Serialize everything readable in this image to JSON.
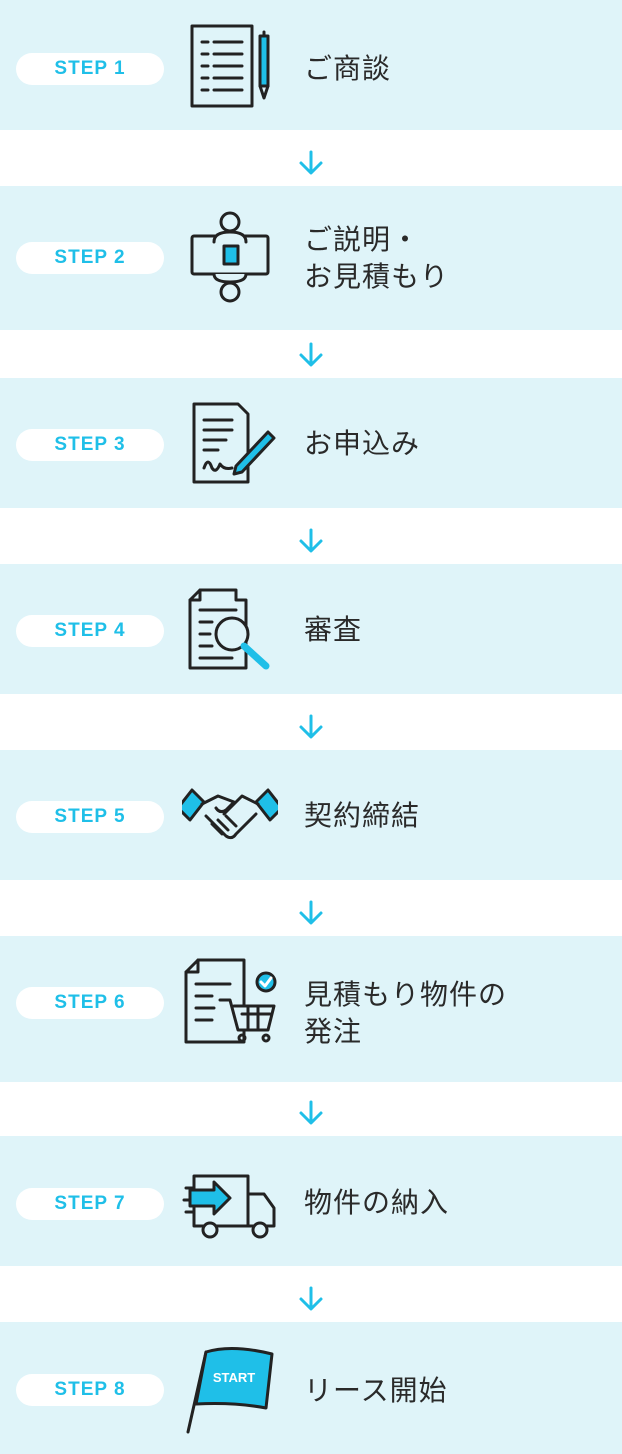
{
  "steps": [
    {
      "label": "STEP 1",
      "title_lines": [
        "ご商談"
      ]
    },
    {
      "label": "STEP 2",
      "title_lines": [
        "ご説明・",
        "お見積もり"
      ]
    },
    {
      "label": "STEP 3",
      "title_lines": [
        "お申込み"
      ]
    },
    {
      "label": "STEP 4",
      "title_lines": [
        "審査"
      ]
    },
    {
      "label": "STEP 5",
      "title_lines": [
        "契約締結"
      ]
    },
    {
      "label": "STEP 6",
      "title_lines": [
        "見積もり物件の",
        "発注"
      ]
    },
    {
      "label": "STEP 7",
      "title_lines": [
        "物件の納入"
      ]
    },
    {
      "label": "STEP 8",
      "title_lines": [
        "リース開始"
      ]
    }
  ],
  "icons": [
    "document-pen-icon",
    "meeting-table-icon",
    "signature-pen-icon",
    "document-search-icon",
    "handshake-icon",
    "document-cart-icon",
    "delivery-truck-icon",
    "start-flag-icon"
  ],
  "flag_text": "START",
  "colors": {
    "background": "#dff4f9",
    "accent": "#1fbfe8",
    "text": "#2a2a2a",
    "icon_stroke": "#222222"
  }
}
